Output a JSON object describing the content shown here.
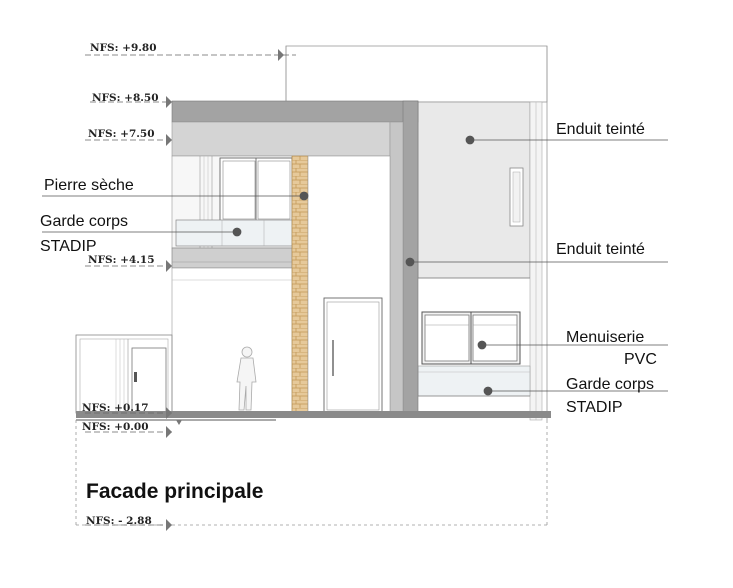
{
  "title": "Facade principale",
  "levels": [
    {
      "id": "l980",
      "label": "NFS: +9.80"
    },
    {
      "id": "l850",
      "label": "NFS: +8.50"
    },
    {
      "id": "l750",
      "label": "NFS: +7.50"
    },
    {
      "id": "l415",
      "label": "NFS: +4.15"
    },
    {
      "id": "l017",
      "label": "NFS: +0.17"
    },
    {
      "id": "l000",
      "label": "NFS: +0.00"
    },
    {
      "id": "lm288",
      "label": "NFS: - 2.88"
    }
  ],
  "annotations": {
    "enduit_1": "Enduit teinté",
    "enduit_2": "Enduit teinté",
    "pierre": "Pierre sèche",
    "garde_left_1": "Garde corps",
    "garde_left_2": "STADIP",
    "menuiserie_1": "Menuiserie",
    "menuiserie_2": "PVC",
    "garde_right_1": "Garde corps",
    "garde_right_2": "STADIP"
  },
  "colors": {
    "frame": "#a3a3a3",
    "slab": "#cfcfcf",
    "render": "#e9e9e9",
    "stone": "#e6c99a",
    "ground": "#8a8a8a",
    "line": "#555555"
  }
}
